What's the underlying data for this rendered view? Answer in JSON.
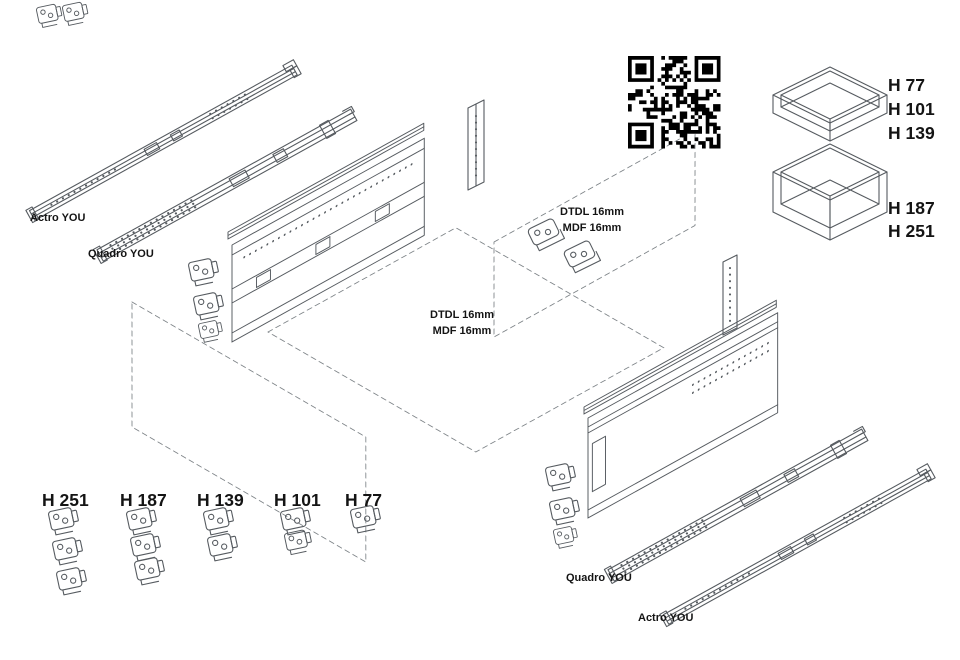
{
  "diagram": {
    "slide_labels": {
      "top_actro": "Actro YOU",
      "top_quadro": "Quadro YOU",
      "bottom_quadro": "Quadro YOU",
      "bottom_actro": "Actro YOU"
    },
    "panel_labels": {
      "back_line1": "DTDL 16mm",
      "back_line2": "MDF 16mm",
      "bottom_line1": "DTDL 16mm",
      "bottom_line2": "MDF 16mm"
    },
    "drawer_heights_shallow": [
      "H 77",
      "H 101",
      "H 139"
    ],
    "drawer_heights_deep": [
      "H 187",
      "H 251"
    ],
    "bracket_heights": [
      "H 251",
      "H 187",
      "H 139",
      "H 101",
      "H 77"
    ],
    "colors": {
      "line": "#565b60",
      "dashed": "#7d8387",
      "text": "#141414",
      "background": "#ffffff"
    }
  }
}
